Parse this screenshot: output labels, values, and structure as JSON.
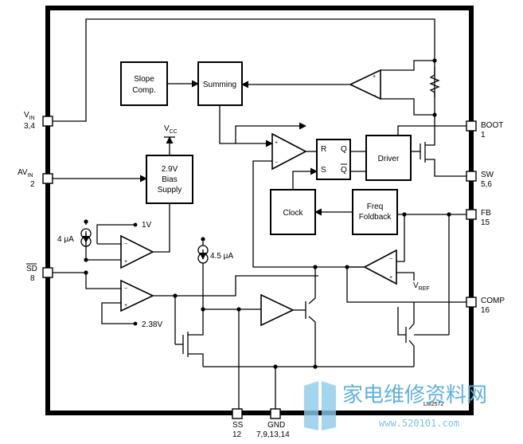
{
  "pins": {
    "vin": {
      "name": "V",
      "sub": "IN",
      "num": "3,4"
    },
    "avin": {
      "name": "AV",
      "sub": "IN",
      "num": "2"
    },
    "sd": {
      "name": "SD",
      "num": "8"
    },
    "boot": {
      "name": "BOOT",
      "num": "1"
    },
    "sw": {
      "name": "SW",
      "num": "5,6"
    },
    "fb": {
      "name": "FB",
      "num": "15"
    },
    "comp": {
      "name": "COMP",
      "num": "16"
    },
    "ss": {
      "name": "SS",
      "num": "12"
    },
    "gnd": {
      "name": "GND",
      "num": "7,9,13,14"
    }
  },
  "blocks": {
    "slope_comp": [
      "Slope",
      "Comp."
    ],
    "summing": "Summing",
    "bias_supply": [
      "2.9V",
      "Bias",
      "Supply"
    ],
    "driver": "Driver",
    "clock": "Clock",
    "freq_foldback": [
      "Freq",
      "Foldback"
    ]
  },
  "latch": {
    "r": "R",
    "s": "S",
    "q": "Q",
    "q2": "Q",
    "qbar": "Q"
  },
  "labels": {
    "vcc": {
      "name": "V",
      "sub": "CC"
    },
    "i_4ua": "4 μA",
    "i_45ua": "4.5 μA",
    "v_1v": "1V",
    "v_238": "2.38V",
    "vref": {
      "name": "V",
      "sub": "REF"
    },
    "part": "LM2572"
  },
  "watermark": {
    "text": "家电维修资料网",
    "url": "www.520101.com"
  }
}
